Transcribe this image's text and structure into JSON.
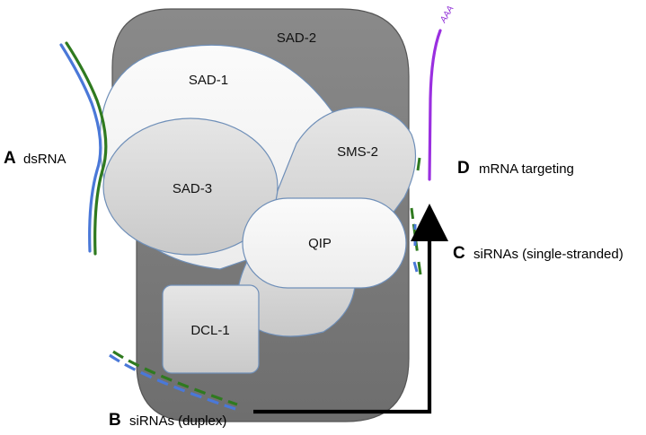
{
  "colors": {
    "strand_blue": "#4a78d8",
    "strand_green": "#2f7a1f",
    "mrna_purple": "#9a2fe0",
    "sad2_fill": "#7d7d7d",
    "light_protein_fill": "#d7d7d7",
    "arrow": "#000000"
  },
  "proteins": {
    "sad1": "SAD-1",
    "sad2": "SAD-2",
    "sad3": "SAD-3",
    "sms2": "SMS-2",
    "qip": "QIP",
    "dcl1": "DCL-1"
  },
  "labels": {
    "a": {
      "letter": "A",
      "text": "dsRNA"
    },
    "b": {
      "letter": "B",
      "text": "siRNAs (duplex)"
    },
    "c": {
      "letter": "C",
      "text": "siRNAs (single-stranded)"
    },
    "d": {
      "letter": "D",
      "text": "mRNA targeting"
    }
  },
  "poly_a": "AAA"
}
